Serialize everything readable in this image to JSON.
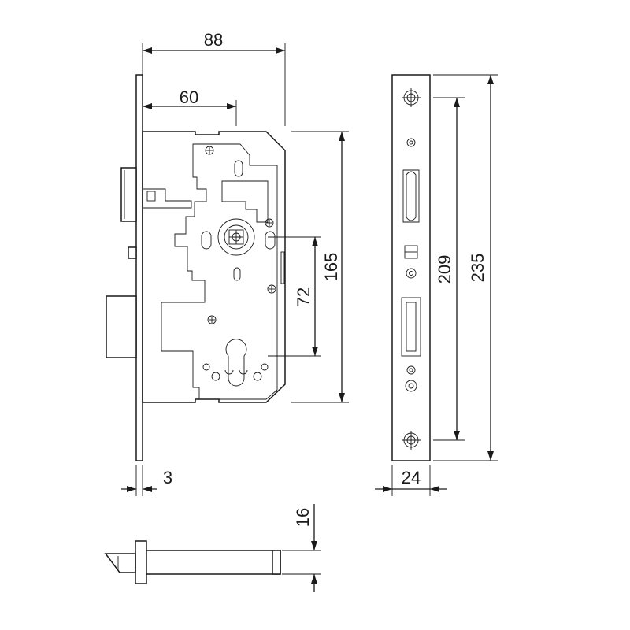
{
  "dimensions": {
    "backset_total": "88",
    "backset": "60",
    "body_height": "165",
    "center_distance": "72",
    "faceplate_thickness": "3",
    "faceplate_width": "24",
    "inner_screw_distance": "209",
    "faceplate_length": "235",
    "faceplate_width_top": "16"
  },
  "colors": {
    "line": "#1a1a1a",
    "background": "#ffffff"
  }
}
